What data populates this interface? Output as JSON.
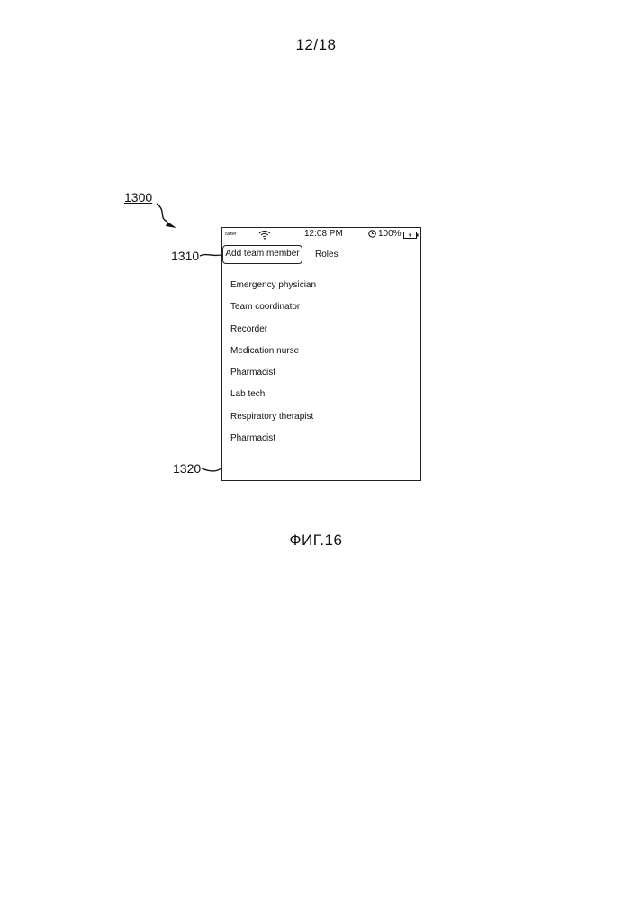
{
  "sheet": {
    "page_number": "12/18",
    "figure_label": "ФИГ.16"
  },
  "references": {
    "device": "1300",
    "add_button": "1310",
    "list": "1320"
  },
  "status_bar": {
    "carrier": "carrier",
    "time": "12:08 PM",
    "battery": "100%",
    "icons": [
      "wifi-icon",
      "alarm-icon",
      "battery-icon"
    ]
  },
  "toolbar": {
    "add_label": "Add team member",
    "roles_label": "Roles"
  },
  "roles": [
    "Emergency physician",
    "Team coordinator",
    "Recorder",
    "Medication nurse",
    "Pharmacist",
    "Lab tech",
    "Respiratory therapist",
    "Pharmacist"
  ]
}
